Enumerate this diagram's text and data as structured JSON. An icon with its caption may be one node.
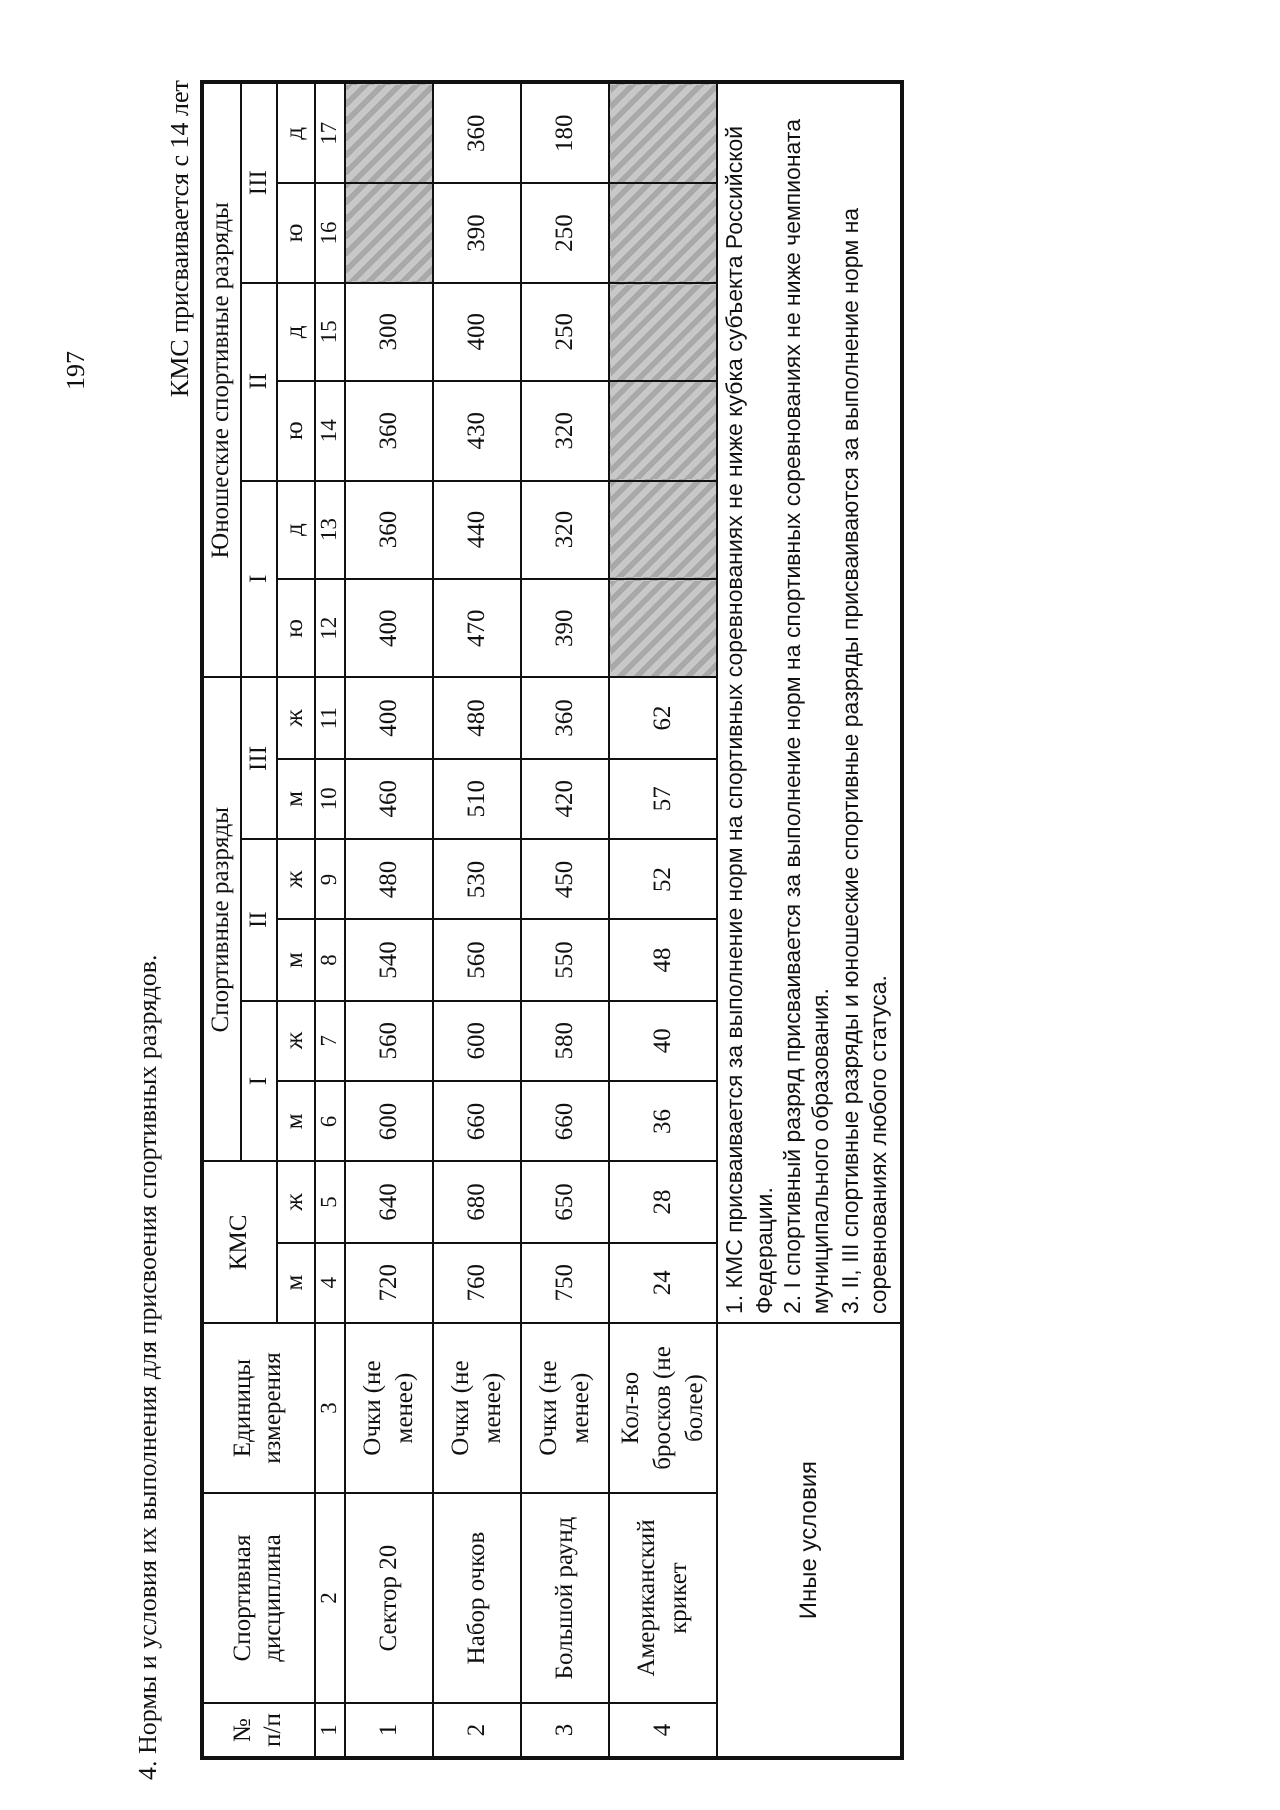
{
  "diagram": {
    "title": "4. Нормы и условия их выполнения для присвоения спортивных разрядов.",
    "labels": [
      "197",
      "КМС присваивается с 14 лет",
      "№ п/п",
      "Спортивная дисциплина",
      "Единицы измерения",
      "КМС",
      "Спортивные разряды",
      "Юношеские спортивные разряды",
      "I",
      "II",
      "III",
      "I",
      "II",
      "III",
      "м",
      "ж",
      "м",
      "ж",
      "м",
      "ж",
      "м",
      "ж",
      "ю",
      "д",
      "ю",
      "д",
      "ю",
      "д",
      "1",
      "2",
      "3",
      "4",
      "5",
      "6",
      "7",
      "8",
      "9",
      "10",
      "11",
      "12",
      "13",
      "14",
      "15",
      "16",
      "17",
      "1",
      "Сектор 20",
      "Очки (не менее)",
      "720",
      "640",
      "600",
      "560",
      "540",
      "480",
      "460",
      "400",
      "400",
      "360",
      "360",
      "300",
      "2",
      "Набор очков",
      "Очки (не менее)",
      "760",
      "680",
      "660",
      "600",
      "560",
      "530",
      "510",
      "480",
      "470",
      "440",
      "430",
      "400",
      "390",
      "360",
      "3",
      "Большой раунд",
      "Очки (не менее)",
      "750",
      "650",
      "660",
      "580",
      "550",
      "450",
      "420",
      "360",
      "390",
      "320",
      "320",
      "250",
      "250",
      "180",
      "4",
      "Американский крикет",
      "Кол-во бросков (не более)",
      "24",
      "28",
      "36",
      "40",
      "48",
      "52",
      "57",
      "62",
      "Иные условия",
      "1. КМС присваивается за выполнение норм на спортивных соревнованиях не ниже кубка субъекта Российской Федерации.",
      "2. I спортивный разряд присваивается за выполнение норм на спортивных соревнованиях не ниже чемпионата муниципального образования.",
      "3. II, III спортивные разряды и юношеские спортивные разряды присваиваются за выполнение норм на соревнованиях любого статуса."
    ]
  }
}
